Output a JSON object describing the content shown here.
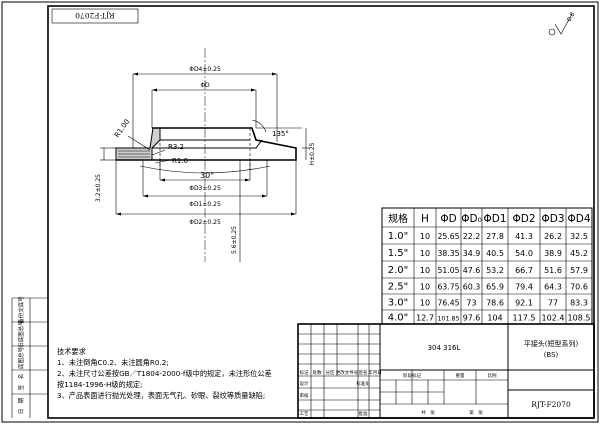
{
  "drawing_code_top": "RJT-F2070",
  "surface_finish": "0.8",
  "part_material": "304 316L",
  "part_name": "平接头(短型系列)",
  "part_series": "(BS)",
  "drawing_code_bottom": "RJT-F2070",
  "dimensions": {
    "dd4": "ΦD4±0.25",
    "dd": "ΦD",
    "dd3": "ΦD3±0.25",
    "dd1": "ΦD1±0.25",
    "dd2": "ΦD2±0.25",
    "r1": "R1.00",
    "r32": "R3.2",
    "r16": "R1.6",
    "angle135": "135°",
    "angle30": "30°",
    "h1": "H±0.25",
    "h2": "3.2±0.25",
    "h3": "5.6±0.25"
  },
  "table": {
    "headers": [
      "规格",
      "H",
      "ΦD",
      "ΦD₀",
      "ΦD1",
      "ΦD2",
      "ΦD3",
      "ΦD4"
    ],
    "rows": [
      [
        "1.0\"",
        "10",
        "25.65",
        "22.2",
        "27.8",
        "41.3",
        "26.2",
        "32.5"
      ],
      [
        "1.5\"",
        "10",
        "38.35",
        "34.9",
        "40.5",
        "54.0",
        "38.9",
        "45.2"
      ],
      [
        "2.0\"",
        "10",
        "51.05",
        "47.6",
        "53.2",
        "66.7",
        "51.6",
        "57.9"
      ],
      [
        "2.5\"",
        "10",
        "63.75",
        "60.3",
        "65.9",
        "79.4",
        "64.3",
        "70.6"
      ],
      [
        "3.0\"",
        "10",
        "76.45",
        "73",
        "78.6",
        "92.1",
        "77",
        "83.3"
      ],
      [
        "4.0\"",
        "12.7",
        "101.85",
        "97.6",
        "104",
        "117.5",
        "102.4",
        "108.5"
      ]
    ]
  },
  "notes": {
    "title": "技术要求",
    "items": [
      "1、未注倒角C0.2、未注圆角R0.2;",
      "2、未注尺寸公差按GB／T1804-2000-f级中的规定，未注形位公差",
      "按1184-1996-H级的规定;",
      "3、产品表面进行抛光处理，表面无气孔、砂眼、裂纹等质量缺陷;"
    ]
  },
  "side_labels": [
    "备份文底号",
    "旧底图总号",
    "底图总号",
    "签　名",
    "日　期"
  ],
  "title_block": {
    "row_labels": [
      "标记",
      "处数",
      "分区",
      "更改文件号",
      "签名",
      "年月日"
    ],
    "left_labels": [
      "设计",
      "审核",
      "工艺"
    ],
    "left_labels2": [
      "标准化",
      "",
      "批准"
    ],
    "mid_labels": [
      "阶段标记",
      "重量",
      "比例"
    ],
    "bottom_labels": [
      "共　张",
      "第　张"
    ]
  }
}
